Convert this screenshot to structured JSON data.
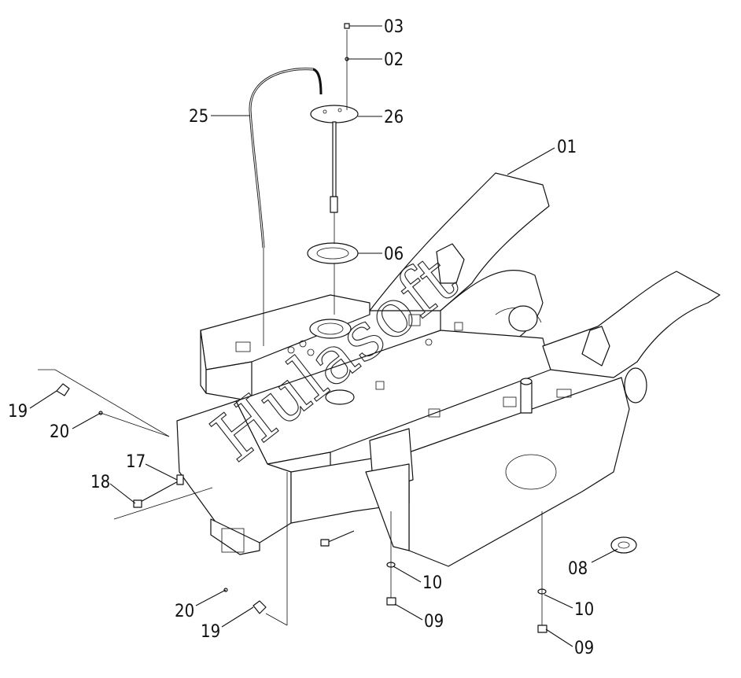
{
  "diagram": {
    "watermark": "Hulasoft",
    "callouts": [
      {
        "id": "c03",
        "text": "03"
      },
      {
        "id": "c02",
        "text": "02"
      },
      {
        "id": "c25",
        "text": "25"
      },
      {
        "id": "c26",
        "text": "26"
      },
      {
        "id": "c01",
        "text": "01"
      },
      {
        "id": "c06",
        "text": "06"
      },
      {
        "id": "c19a",
        "text": "19"
      },
      {
        "id": "c20a",
        "text": "20"
      },
      {
        "id": "c17",
        "text": "17"
      },
      {
        "id": "c18",
        "text": "18"
      },
      {
        "id": "c08",
        "text": "08"
      },
      {
        "id": "c10a",
        "text": "10"
      },
      {
        "id": "c10b",
        "text": "10"
      },
      {
        "id": "c09a",
        "text": "09"
      },
      {
        "id": "c09b",
        "text": "09"
      },
      {
        "id": "c20b",
        "text": "20"
      },
      {
        "id": "c19b",
        "text": "19"
      }
    ]
  }
}
